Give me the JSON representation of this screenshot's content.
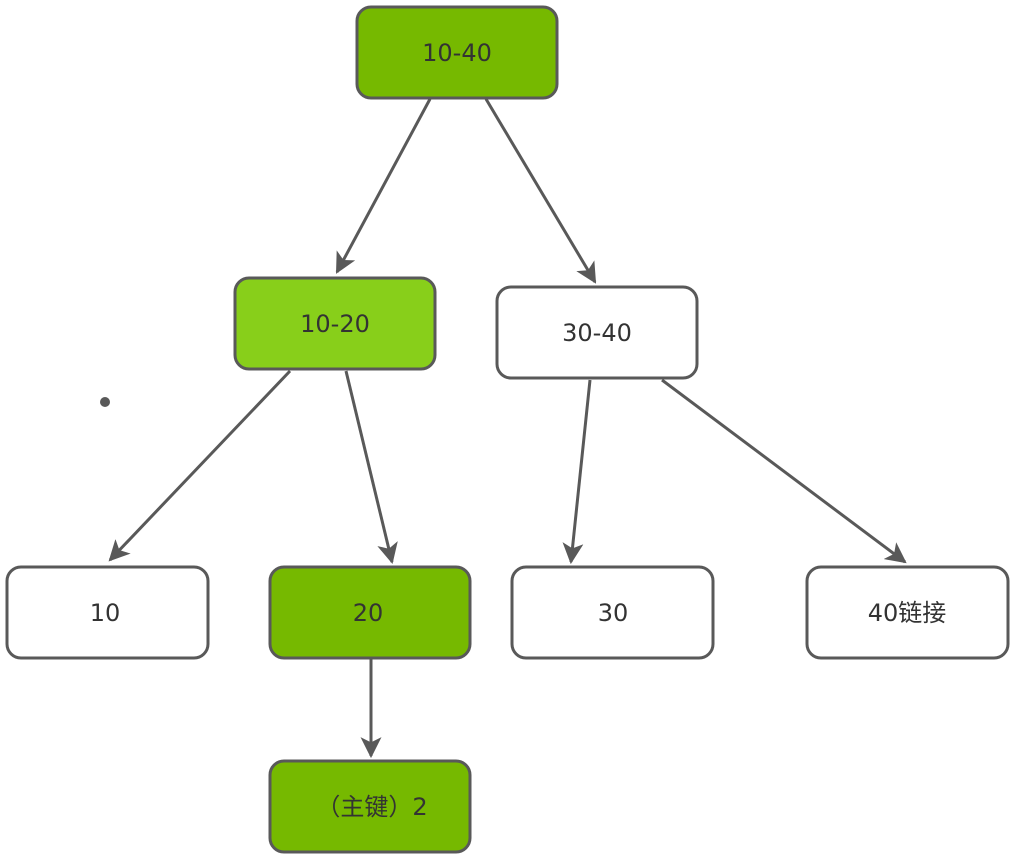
{
  "colors": {
    "dark_green": "#76b900",
    "light_green": "#88cf1a",
    "white": "#ffffff",
    "stroke": "#595959",
    "text": "#333333"
  },
  "nodes": {
    "root": "10-40",
    "left_mid": "10-20",
    "right_mid": "30-40",
    "leaf_10": "10",
    "leaf_20": "20",
    "leaf_30": "30",
    "leaf_40": "40链接",
    "primary_key": "（主键）2"
  }
}
